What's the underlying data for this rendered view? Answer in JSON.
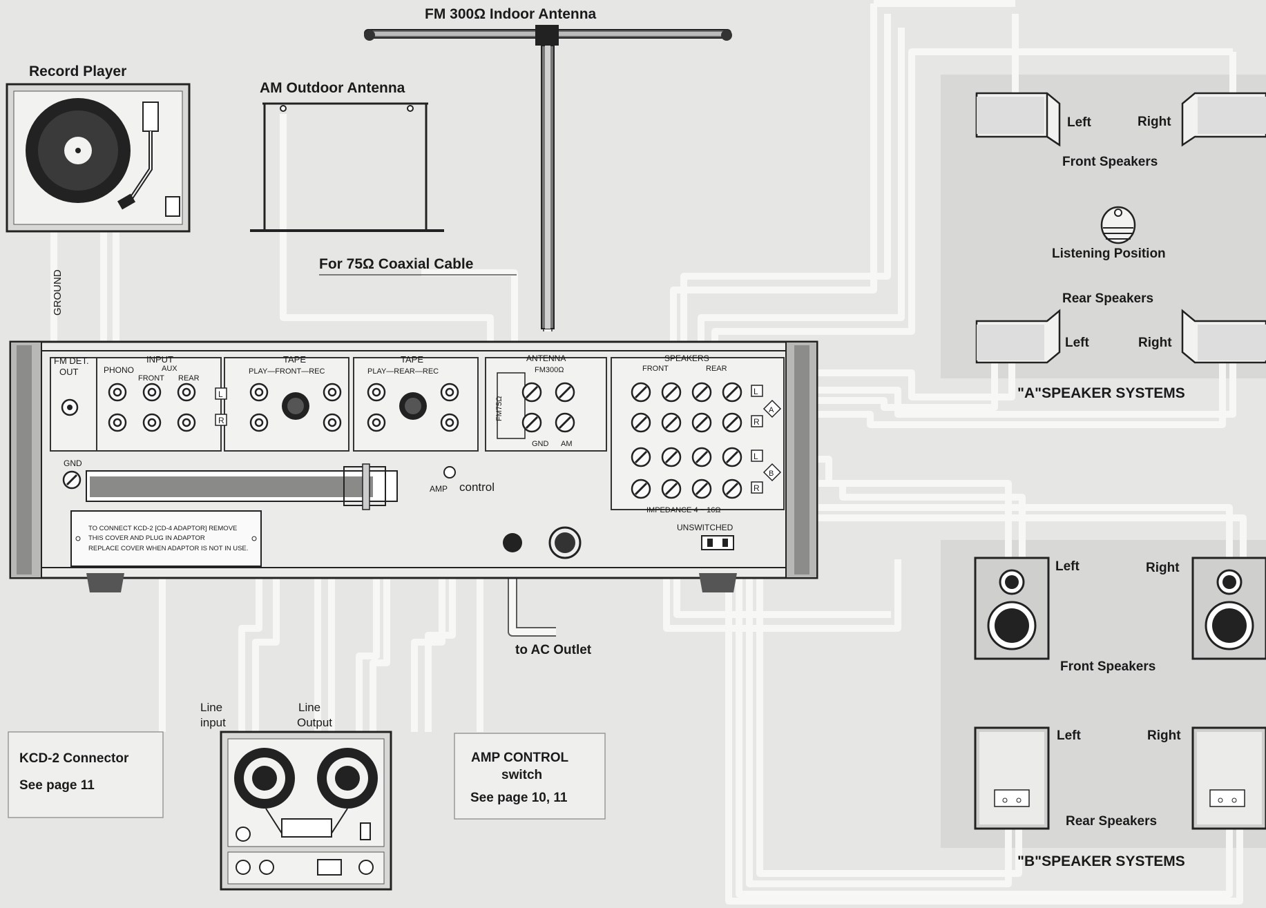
{
  "labels": {
    "fm_antenna": "FM 300Ω  Indoor Antenna",
    "am_antenna": "AM  Outdoor  Antenna",
    "record_player": "Record  Player",
    "coax": "For  75Ω  Coaxial  Cable",
    "ground": "GROUND",
    "ac_outlet": "to  AC  Outlet",
    "line_input": [
      "Line",
      "input"
    ],
    "line_output": [
      "Line",
      "Output"
    ],
    "amp_control_small": "AMP",
    "amp_control": "control"
  },
  "callouts": {
    "kcd2": {
      "title": "KCD-2 Connector",
      "page": "See page  11"
    },
    "amp_switch": {
      "title": "AMP  CONTROL",
      "subtitle": "switch",
      "page": "See page  10,  11"
    }
  },
  "speaker_systems": {
    "a": {
      "title": "\"A\"SPEAKER SYSTEMS",
      "front": "Front  Speakers",
      "rear": "Rear  Speakers",
      "listening": "Listening  Position",
      "left": "Left",
      "right": "Right"
    },
    "b": {
      "title": "\"B\"SPEAKER SYSTEMS",
      "front": "Front  Speakers",
      "rear": "Rear  Speakers",
      "left": "Left",
      "right": "Right"
    }
  },
  "panel": {
    "fm_det": [
      "FM DET.",
      "OUT"
    ],
    "input": "INPUT",
    "phono": "PHONO",
    "aux": "AUX",
    "front": "FRONT",
    "rear": "REAR",
    "tape1": "TAPE",
    "tape1_sub": "PLAY—FRONT—REC",
    "tape2": "TAPE",
    "tape2_sub": "PLAY—REAR—REC",
    "antenna": "ANTENNA",
    "fm300": "FM300Ω",
    "fm75": "FM75Ω",
    "gnd": "GND",
    "am": "AM",
    "speakers": "SPEAKERS",
    "spk_front": "FRONT",
    "spk_rear": "REAR",
    "impedance": "IMPEDANCE 4 ~ 16Ω",
    "unswitched": "UNSWITCHED",
    "gnd_left": "GND",
    "L": "L",
    "R": "R",
    "A": "A",
    "B": "B",
    "plate": [
      "TO CONNECT KCD-2 [CD-4 ADAPTOR]  REMOVE",
      "THIS COVER AND PLUG IN ADAPTOR",
      "REPLACE COVER WHEN ADAPTOR IS NOT IN USE."
    ]
  }
}
